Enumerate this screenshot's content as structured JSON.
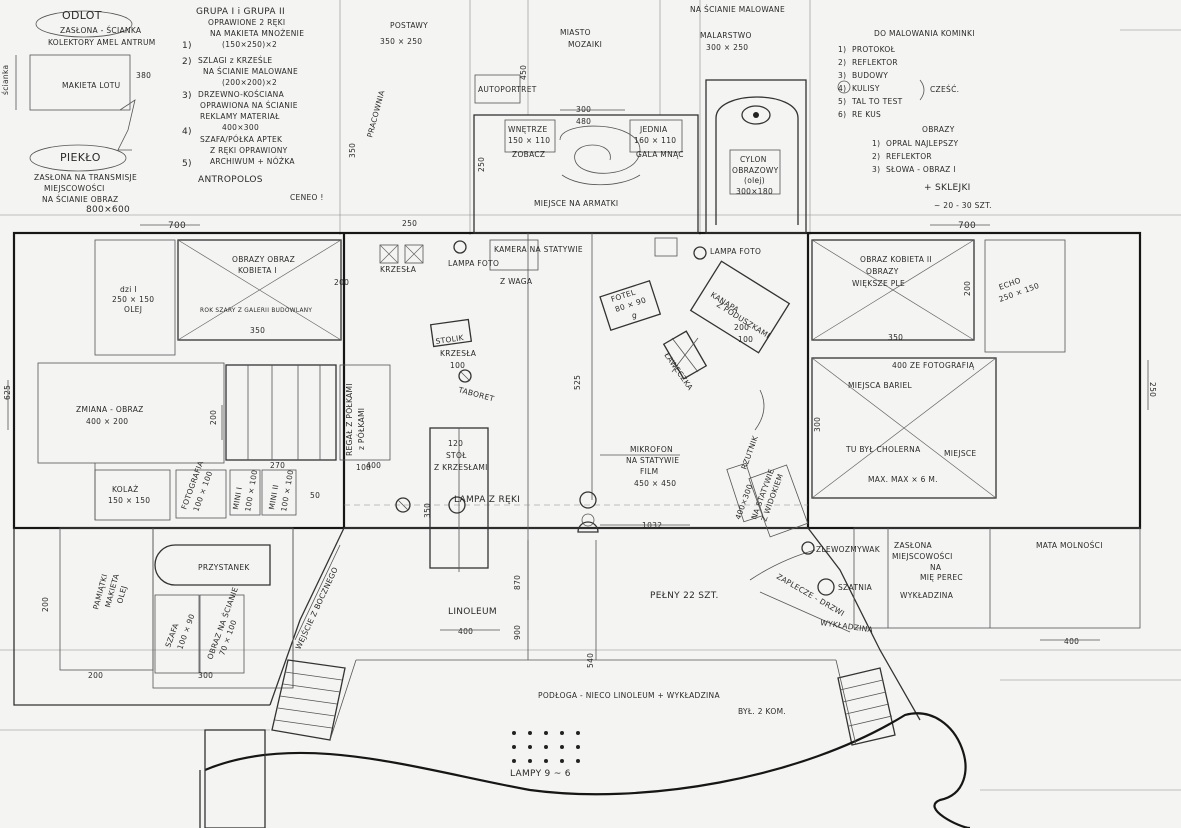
{
  "notes": {
    "odlot": "ODLOT",
    "odlot_desc_1": "ZASŁONA - ŚCIANKA",
    "odlot_desc_2": "KOLEKTORY AMEL ANTRUM",
    "odlot_small": "MAKIETA LOTU",
    "dim_380": "380",
    "piekło": "PIEKŁO",
    "piekło_desc_1": "ZASŁONA NA TRANSMISJE",
    "piekło_desc_2": "MIEJSCOWOŚCI",
    "piekło_desc_3": "NA ŚCIANIE OBRAZ",
    "piekło_dim": "800×600",
    "side_label": "ścianka",
    "groups_title": "GRUPA I i GRUPA II",
    "g1_a": "OPRAWIONE 2 RĘKI",
    "g1_b": "NA MAKIETA MNOŻENIE",
    "g1_c": "(150×250)×2",
    "g2_a": "SZLAGI z KRZEŚLE",
    "g2_b": "NA ŚCIANIE MALOWANE",
    "g2_c": "(200×200)×2",
    "g3_a": "DRZEWNO-KOŚCIANA",
    "g3_b": "OPRAWIONA NA ŚCIANIE",
    "g3_c": "REKLAMY MATERIAŁ",
    "g3_d": "400×300",
    "g4_a": "SZAFA/PÓŁKA APTEK",
    "g4_b": "Z RĘKI OPRAWIONY",
    "g4_c": "ARCHIWUM + NÓŻKA",
    "antropolis": "ANTROPOLOS",
    "antropolis_b": "CENEO !",
    "postawy": "POSTAWY",
    "postawy_dim": "350 × 250",
    "miasto": "MIASTO",
    "miasto_b": "MOZAIKI",
    "malarstwo": "MALARSTWO",
    "malarstwo_dim": "300 × 250",
    "top_note": "NA ŚCIANIE MALOWANE",
    "right_title": "DO MALOWANIA KOMINKI",
    "right_list": [
      "PROTOKOŁ",
      "REFLEKTOR",
      "BUDOWY",
      "KULISY",
      "TAL TO TEST",
      "RE KUS"
    ],
    "right_list_nums": [
      "1)",
      "2)",
      "3)",
      "4)",
      "5)",
      "6)"
    ],
    "right_brace": "CZEŚĆ.",
    "obrazy": "OBRAZY",
    "obrazy_list": [
      "OPRAL NAJLEPSZY",
      "REFLEKTOR",
      "SŁOWA - OBRAZ I"
    ],
    "obrazy_nums": [
      "1)",
      "2)",
      "3)"
    ],
    "sklejki": "+ SKLEJKI",
    "sklejki_count": "~ 20 - 30 SZT."
  },
  "top_rooms": {
    "pracownia": "PRACOWNIA",
    "autoportret": "AUTOPORTRET",
    "dim_450": "450",
    "dim_350": "350",
    "dim_250": "250",
    "dim_250b": "250",
    "dim_300": "300",
    "dim_480": "480",
    "wnetrze": "WNĘTRZE",
    "wnetrze_dim": "150 × 110",
    "wnetrze_b": "ZOBACZ",
    "jednia": "JEDNIA",
    "jednia_dim": "160 × 110",
    "jednia_b": "GALA MNĄC",
    "miejsce": "MIEJSCE NA ARMATKI",
    "cylon": "CYLON",
    "cylon_b": "OBRAZOWY",
    "cylon_c": "(olej)",
    "cylon_dim": "300×180",
    "dim_700_left": "700",
    "dim_700_right": "700"
  },
  "left_wing": {
    "obrazy_obr": "OBRAZY OBRAZ",
    "obrazy_obr_b": "KOBIETA I",
    "obrazy_obr_c": "ROK SZARY Z GALERII BUDOWLANY",
    "dim_200": "200",
    "dim_350": "350",
    "dim_625": "625",
    "dzi": "dzi I",
    "dzi_dim": "250 × 150",
    "dzi_c": "OLEJ",
    "zmiana": "ZMIANA - OBRAZ",
    "zmiana_dim": "400 × 200",
    "dim_200b": "200",
    "regal_label": "REGAŁ Z PÓŁKAMI",
    "regal_b": "z PÓŁKAMI",
    "dim_270": "270",
    "dim_100": "100",
    "dim_50": "50",
    "kolaz": "KOLAŻ",
    "kolaz_dim": "150 × 150",
    "fotografia": "FOTOGRAFIA",
    "fotografia_dim": "100 × 100",
    "mini_a": "MINI I",
    "mini_a_dim": "100 × 100",
    "mini_b": "MINI II",
    "mini_b_dim": "100 × 100",
    "dim_400": "400",
    "dim_200c": "200",
    "dim_200d": "200",
    "dim_300": "300",
    "pamiatki": "PAMIĄTKI",
    "pamiatki_b": "MAKIETA",
    "pamiatki_c": "OLEJ",
    "przystanek": "PRZYSTANEK",
    "szafa_a": "SZAFA",
    "szafa_a_dim": "100 × 90",
    "szafa_b": "OBRAZ NA ŚCIANIE",
    "szafa_b_dim": "70 × 100",
    "wejscie": "WEJŚCIE Z BOCZNEGO"
  },
  "center": {
    "krzesla": "KRZESŁA",
    "lampa_l": "LAMPA FOTO",
    "kamera": "KAMERA NA STATYWIE",
    "kamera_b": "Z WAGA",
    "lampa_r": "LAMPA FOTO",
    "stolik": "STOLIK",
    "stolik_b": "KRZESŁA",
    "stolik_c": "100",
    "taboret": "TABORET",
    "stol_a": "120",
    "stol_b": "STÓŁ",
    "stol_c": "Z KRZESŁAMI",
    "stol_d": "350",
    "dim_525": "525",
    "lampa_c": "LAMPA Z RĘKI",
    "dim_900": "900",
    "dim_870": "870",
    "dim_400": "400",
    "linoleum": "LINOLEUM",
    "dim_540": "540",
    "mikrofon": "MIKROFON",
    "mikrofon_b": "NA STATYWIE",
    "mikrofon_c": "FILM",
    "mikrofon_dim": "450 × 450",
    "dim_1032": "1032",
    "pelny": "PEŁNY 22 SZT.",
    "fotel": "FOTEL",
    "fotel_dim": "80 × 90",
    "fotel_b": "g",
    "kanapa": "KANAPA",
    "kanapa_b": "Z PODUSZKAMI",
    "kanapa_dim": "200",
    "kanapa_dim_b": "100",
    "laweczka": "ŁAWECZKA",
    "rzutnik": "RZUTNIK",
    "rzutnik_b": "NA STATYWIE",
    "rzutnik_c": "Z WIDOKIEM",
    "rzutnik_dim": "400×300",
    "zlewozmywak": "ZLEWOZMYWAK",
    "zaplecze": "ZAPLECZE - DRZWI",
    "szatnia": "SZATNIA",
    "podloga": "PODŁOGA - NIECO LINOLEUM + WYKŁADZINA",
    "podloga_b": "BYŁ. 2 KOM.",
    "lampy": "LAMPY 9 ~ 6"
  },
  "right_wing": {
    "obraz_kobieta": "OBRAZ KOBIETA II",
    "obrazy": "OBRAZY",
    "obrazy_b": "WIĘKSZE PLE",
    "echo": "ECHO",
    "echo_dim": "250 × 150",
    "dim_350": "350",
    "dim_200": "200",
    "dim_250": "250",
    "fotografia": "400 ZE FOTOGRAFIĄ",
    "miejsca": "MIEJSCA BARIEL",
    "tu": "TU BYŁ CHOLERNA",
    "miejsce": "MIEJSCE",
    "max": "MAX. MAX × 6 M.",
    "dim_300": "300",
    "wykladzina": "WYKŁADZINA",
    "wykladzina_b": "ZASŁONA",
    "wykladzina_c": "MIEJSCOWOŚCI",
    "wykladzina_d": "NA",
    "wykladzina_e": "MIĘ PEREC",
    "wykladzina_f": "WYKŁADZINA",
    "mata": "MATA MOLNOŚCI",
    "wyk_small": "WYKŁADZINA",
    "dim_400": "400"
  }
}
